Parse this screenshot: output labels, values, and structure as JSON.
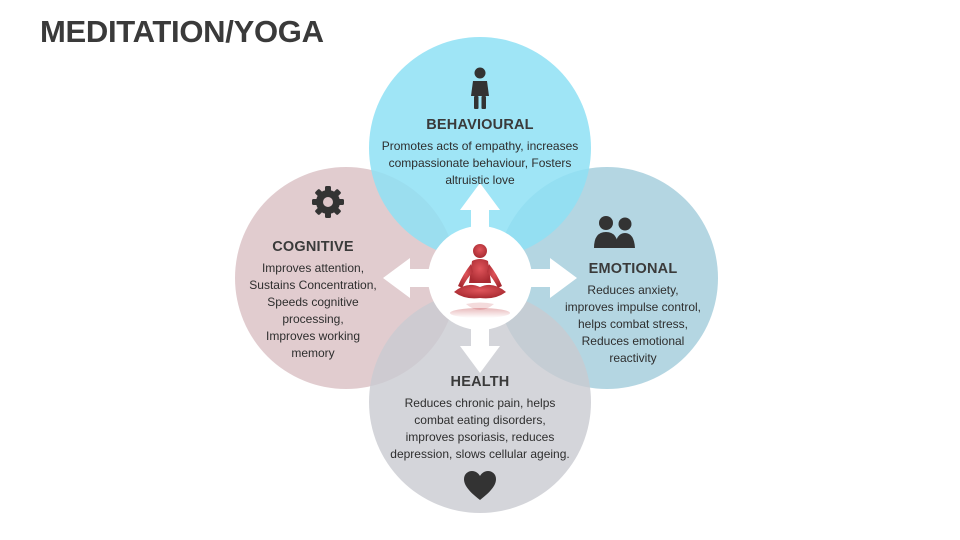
{
  "title": "MEDITATION/YOGA",
  "colors": {
    "behavioural": "#8ee1f5",
    "emotional": "#a7cfdd",
    "cognitive": "#ddc5c8",
    "health": "#c9cbd1",
    "center_figure": "#c0393f",
    "icon": "#333333"
  },
  "sections": {
    "behavioural": {
      "heading": "BEHAVIOURAL",
      "lines": [
        "Promotes acts of empathy, increases",
        "compassionate behaviour, Fosters",
        "altruistic love"
      ],
      "icon": "child-icon"
    },
    "emotional": {
      "heading": "EMOTIONAL",
      "lines": [
        "Reduces anxiety,",
        "improves impulse control,",
        "helps combat stress,",
        "Reduces emotional",
        "reactivity"
      ],
      "icon": "people-icon"
    },
    "cognitive": {
      "heading": "COGNITIVE",
      "lines": [
        "Improves attention,",
        "Sustains Concentration,",
        "Speeds cognitive",
        "processing,",
        "Improves working",
        "memory"
      ],
      "icon": "gear-icon"
    },
    "health": {
      "heading": "HEALTH",
      "lines": [
        "Reduces chronic pain, helps",
        "combat eating disorders,",
        "improves psoriasis, reduces",
        "depression, slows cellular ageing."
      ],
      "icon": "heart-icon"
    }
  },
  "center_icon": "meditation-figure-icon"
}
